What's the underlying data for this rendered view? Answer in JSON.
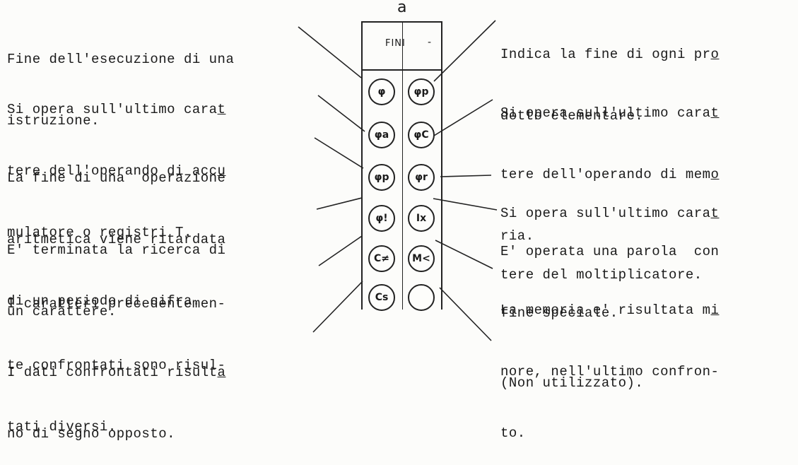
{
  "panel": {
    "letter": "a",
    "header_text": "FINI",
    "header_dash": "-",
    "lamps": [
      [
        "φ",
        "φp"
      ],
      [
        "φa",
        "φC"
      ],
      [
        "φp",
        "φr"
      ],
      [
        "φ!",
        "Ix"
      ],
      [
        "C≠",
        "M<"
      ],
      [
        "Cs",
        ""
      ]
    ]
  },
  "left_notes": {
    "n1": {
      "l1": "Fine dell'esecuzione di una",
      "l2": "istruzione."
    },
    "n2": {
      "l1a": "Si opera sull'ultimo cara",
      "l1b": "t",
      "l2a": "tere dell'operando di acc",
      "l2b": "u",
      "l3": "mulatore o registri T."
    },
    "n3": {
      "l1": "La fine di una  operazione",
      "l2": "aritmetica viene ritardata",
      "l3": "di un periodo di cifra."
    },
    "n4": {
      "l1": "E' terminata la ricerca di",
      "l2": "un carattere."
    },
    "n5": {
      "l1": "I caratteri precedentemen-",
      "l2": "te confrontati sono risul-",
      "l3": "tati diversi."
    },
    "n6": {
      "l1a": "I dati confrontati risult",
      "l1b": "a",
      "l2": "no di segno opposto."
    }
  },
  "right_notes": {
    "n1": {
      "l1a": "Indica la fine di ogni pr",
      "l1b": "o",
      "l2": "dotto elementare."
    },
    "n2": {
      "l1a": "Si opera sull'ultimo cara",
      "l1b": "t",
      "l2a": "tere dell'operando di mem",
      "l2b": "o",
      "l3": "ria."
    },
    "n3": {
      "l1a": "Si opera sull'ultimo cara",
      "l1b": "t",
      "l2": "tere del moltiplicatore."
    },
    "n4": {
      "l1": "E' operata una parola  con",
      "l2": "fine speciale."
    },
    "n5": {
      "l1a": "La memoria e' risultata m",
      "l1b": "i",
      "l2": "nore, nell'ultimo confron-",
      "l3": "to."
    },
    "n6": {
      "l1": "(Non utilizzato)."
    }
  }
}
